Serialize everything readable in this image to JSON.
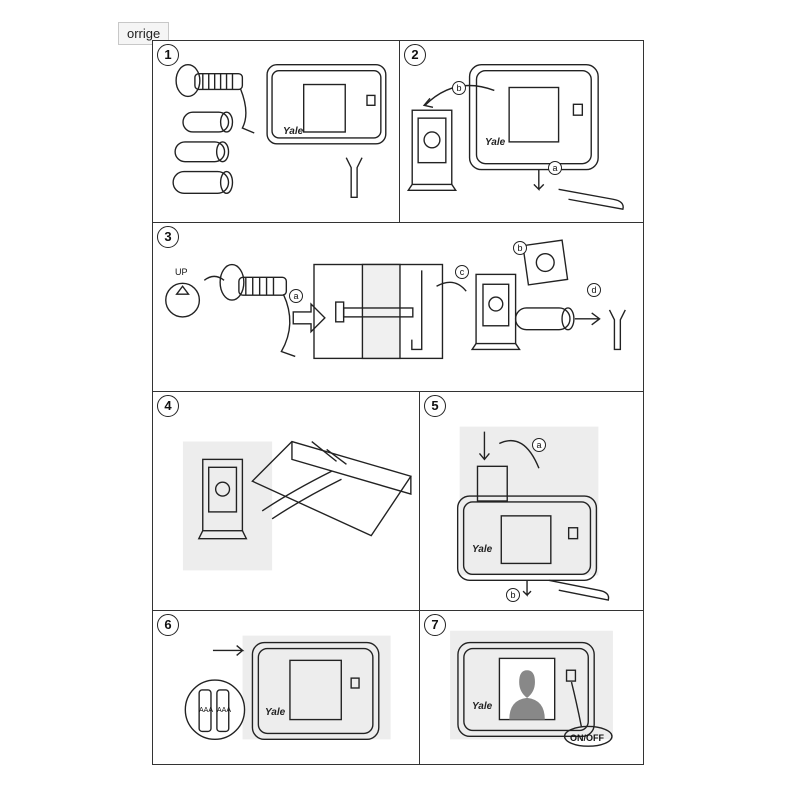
{
  "tooltip": "orrige",
  "steps": [
    {
      "number": "1",
      "brand": "Yale"
    },
    {
      "number": "2",
      "brand": "Yale",
      "labels": [
        "b",
        "a"
      ]
    },
    {
      "number": "3",
      "up_label": "UP",
      "labels": [
        "a",
        "b",
        "c",
        "d"
      ]
    },
    {
      "number": "4"
    },
    {
      "number": "5",
      "brand": "Yale",
      "labels": [
        "a",
        "b"
      ]
    },
    {
      "number": "6",
      "brand": "Yale",
      "battery_text": [
        "AAA",
        "AAA"
      ]
    },
    {
      "number": "7",
      "brand": "Yale",
      "switch_label": "ON/OFF"
    }
  ]
}
